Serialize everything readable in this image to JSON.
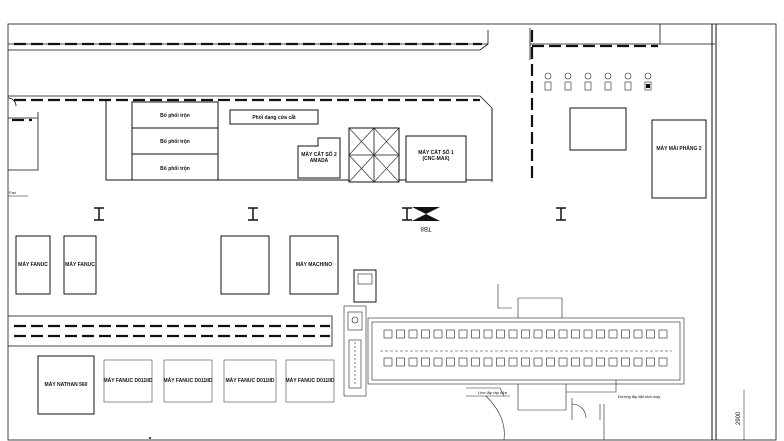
{
  "labels": {
    "zone_top_1": "Bố phối trộn",
    "zone_top_2": "Bố phối trộn",
    "zone_top_3": "Bố phối trộn",
    "zone_mid_top": "Phối dạng cửa cắt",
    "machine_2_line1": "MÁY CẮT SỐ 2",
    "machine_2_line2": "AMADA",
    "machine_1_line1": "MÁY CẮT SỐ 1",
    "machine_1_line2": "(CNC-MAX)",
    "grinder_2": "MÁY MÀI PHẲNG 2",
    "left_tag": "Fan",
    "fanuc_1": "MÁY FANUC",
    "fanuc_2": "MÁY FANUC",
    "machino": "MÁY MACHINO",
    "nathan": "MÁY NATHAN 560",
    "fanuc_d1": "MÁY FANUC D011IID",
    "fanuc_d2": "MÁY FANUC D011IID",
    "fanuc_d3": "MÁY FANUC D011IID",
    "fanuc_d4": "MÁY FANUC D011IID",
    "tb_label": "TB8",
    "line_label": "Line lắp ráp cửa",
    "belt_label": "Đường lắp đặt nhà máy",
    "dim_label": "2900"
  },
  "colors": {
    "line": "#111111",
    "background": "#ffffff"
  }
}
